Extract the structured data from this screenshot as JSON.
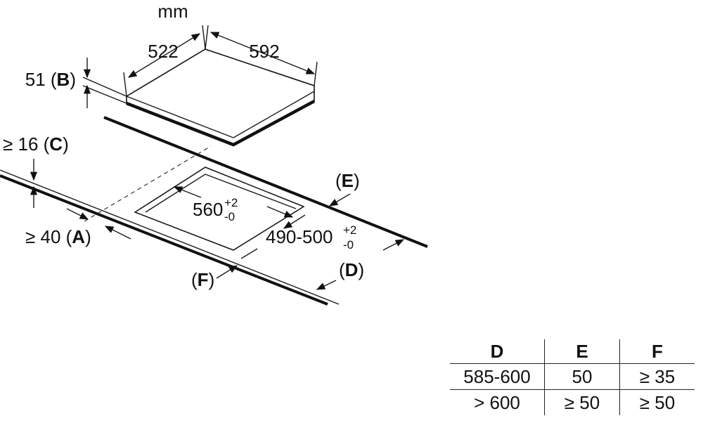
{
  "diagram": {
    "unit": "mm",
    "cooktop": {
      "depth": "522",
      "width": "592",
      "thickness_value": "51",
      "thickness_letter": "B"
    },
    "cutout": {
      "width_value": "560",
      "width_tol_plus": "+2",
      "width_tol_minus": "-0",
      "depth_value": "490-500",
      "depth_tol_plus": "+2",
      "depth_tol_minus": "-0"
    },
    "labels": {
      "C_prefix": "≥ 16 (",
      "C_letter": "C",
      "C_suffix": ")",
      "A_prefix": "≥ 40 (",
      "A_letter": "A",
      "A_suffix": ")",
      "E_prefix": "(",
      "E_letter": "E",
      "E_suffix": ")",
      "D_prefix": "(",
      "D_letter": "D",
      "D_suffix": ")",
      "F_prefix": "(",
      "F_letter": "F",
      "F_suffix": ")",
      "B_open": " (",
      "B_close": ")"
    }
  },
  "table": {
    "headers": [
      "D",
      "E",
      "F"
    ],
    "rows": [
      [
        "585-600",
        "50",
        "≥ 35"
      ],
      [
        "> 600",
        "≥ 50",
        "≥ 50"
      ]
    ]
  }
}
